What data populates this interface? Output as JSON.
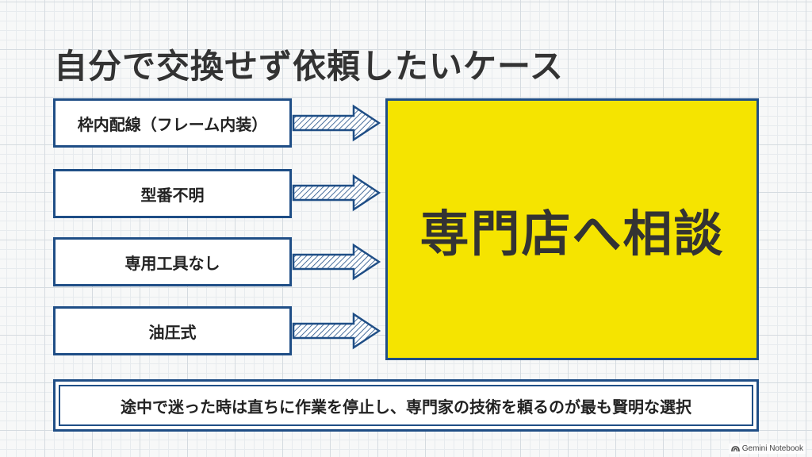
{
  "title": "自分で交換せず依頼したいケース",
  "cases": [
    {
      "label": "枠内配線（フレーム内装）"
    },
    {
      "label": "型番不明"
    },
    {
      "label": "専用工具なし"
    },
    {
      "label": "油圧式"
    }
  ],
  "target": {
    "label": "専門店へ相談"
  },
  "advice": {
    "text": "途中で迷った時は直ちに作業を停止し、専門家の技術を頼るのが最も賢明な選択"
  },
  "watermark": {
    "text": "Gemini Notebook"
  },
  "colors": {
    "border": "#1f4e86",
    "target_fill": "#f5e400",
    "arrow_hatch": "#1f4e86"
  }
}
